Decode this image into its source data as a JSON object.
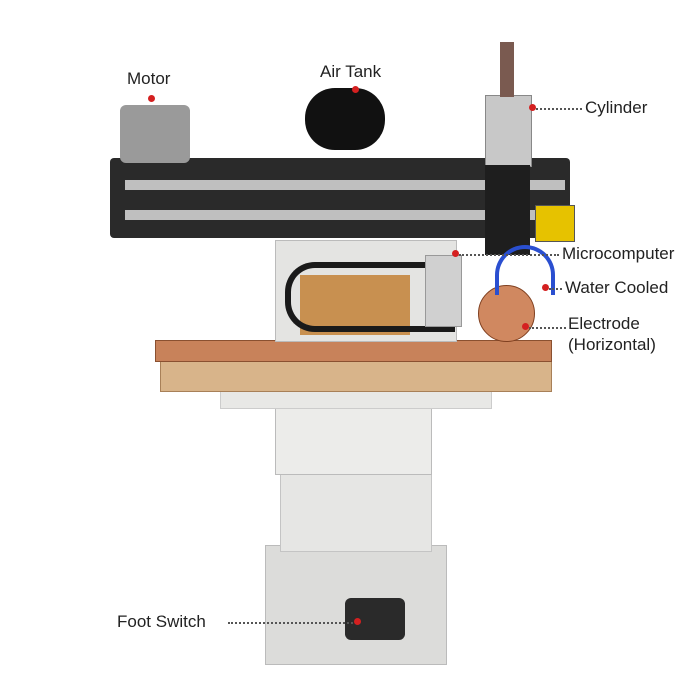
{
  "title": "Horizontal Seam Welding Machine",
  "labels": {
    "motor": "Motor",
    "air_tank": "Air Tank",
    "cylinder": "Cylinder",
    "microcomputer": "Microcomputer",
    "water_cooled": "Water Cooled",
    "electrode_line1": "Electrode",
    "electrode_line2": "(Horizontal)",
    "foot_switch": "Foot Switch"
  },
  "colors": {
    "dot": "#d42020",
    "copper": "#c8825a",
    "frame": "#e4e4e2",
    "rail": "#2a2a2a"
  }
}
